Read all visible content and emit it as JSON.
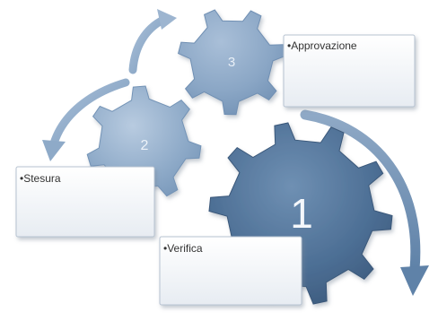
{
  "diagram": {
    "steps": [
      {
        "number": "1",
        "label": "•Verifica"
      },
      {
        "number": "2",
        "label": "•Stesura"
      },
      {
        "number": "3",
        "label": "•Approvazione"
      }
    ]
  }
}
